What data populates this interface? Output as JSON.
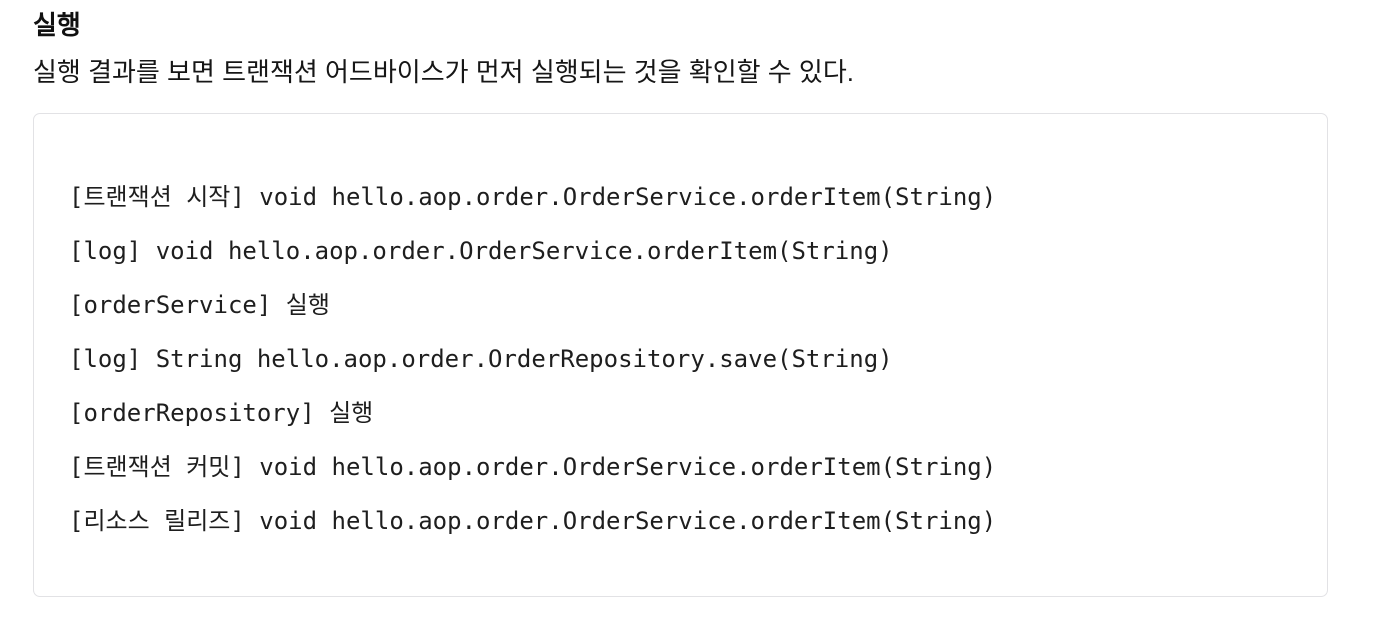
{
  "section": {
    "heading": "실행",
    "description": "실행 결과를 보면 트랜잭션 어드바이스가 먼저 실행되는 것을 확인할 수 있다."
  },
  "code_block": {
    "lines": [
      "[트랜잭션 시작] void hello.aop.order.OrderService.orderItem(String)",
      "[log] void hello.aop.order.OrderService.orderItem(String)",
      "[orderService] 실행",
      "[log] String hello.aop.order.OrderRepository.save(String)",
      "[orderRepository] 실행",
      "[트랜잭션 커밋] void hello.aop.order.OrderService.orderItem(String)",
      "[리소스 릴리즈] void hello.aop.order.OrderService.orderItem(String)"
    ]
  },
  "colors": {
    "background": "#ffffff",
    "text": "#141414",
    "code_text": "#1e1e1e",
    "code_border": "#e2e2e5"
  }
}
